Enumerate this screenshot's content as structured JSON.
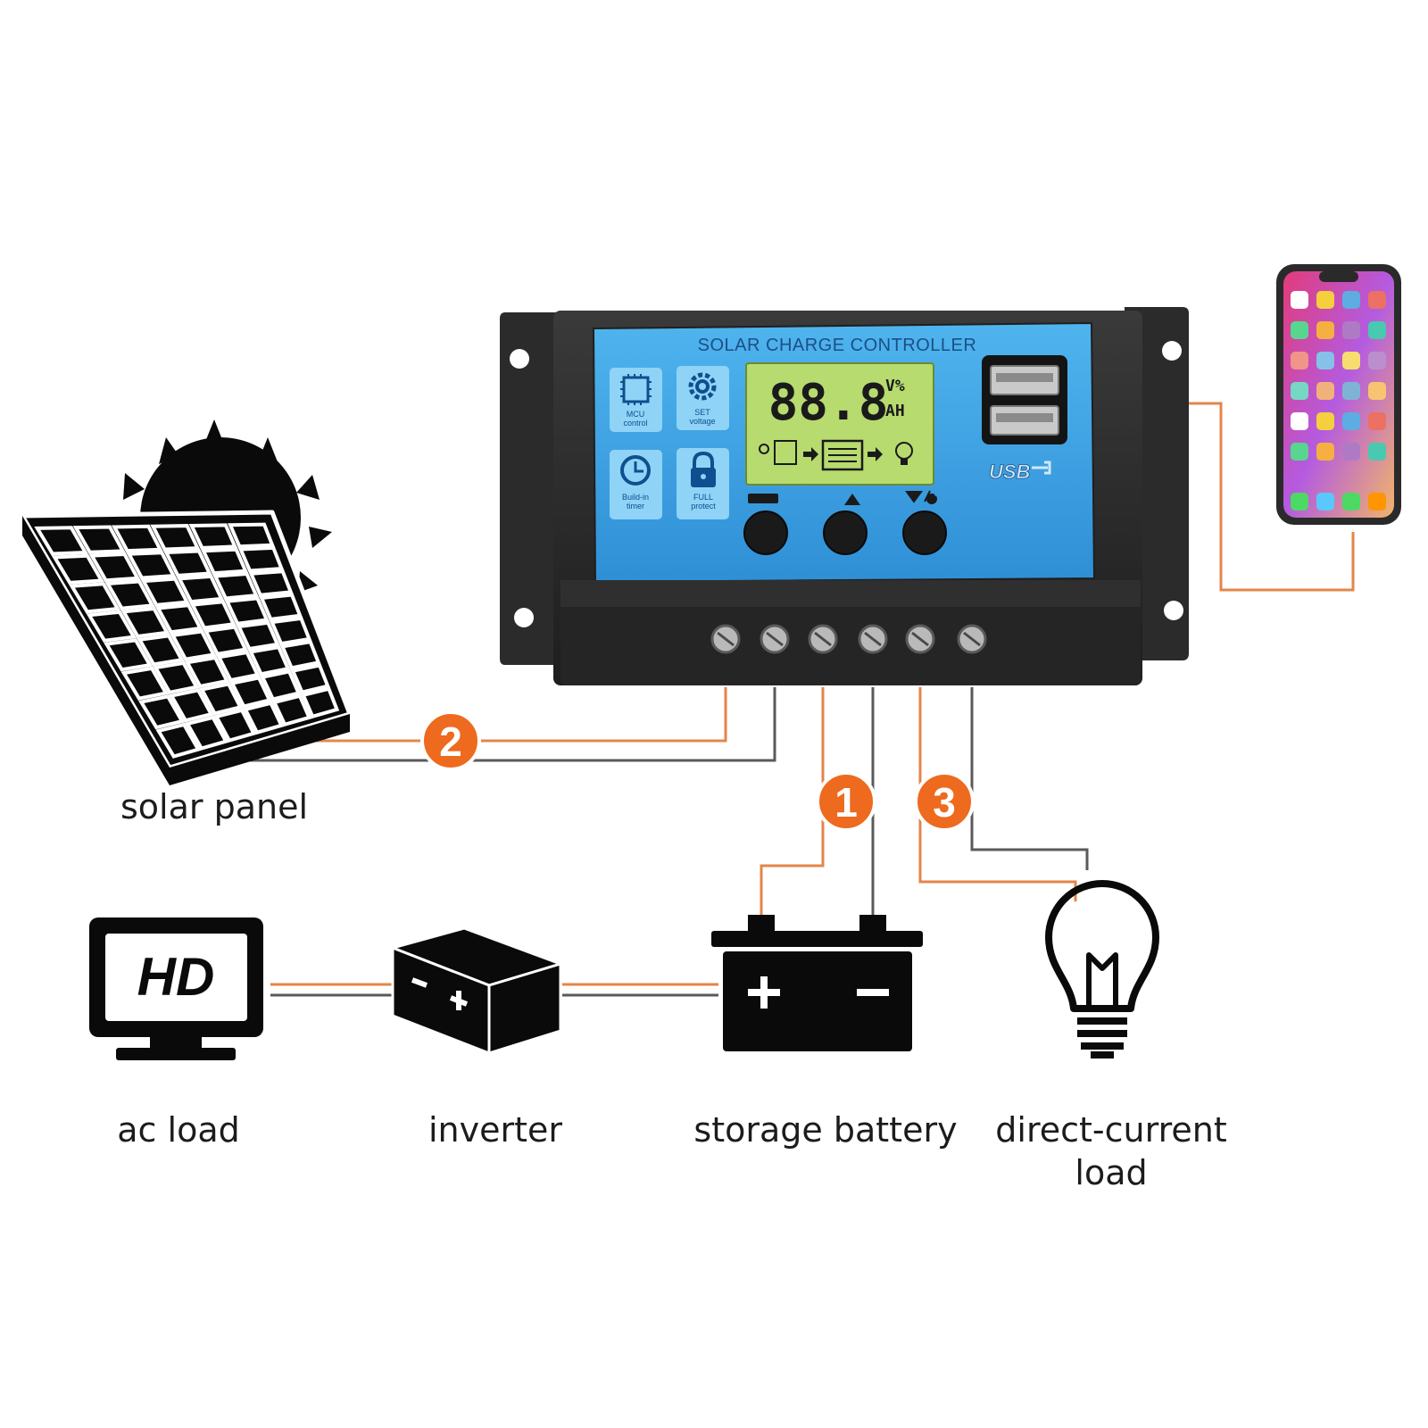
{
  "controller": {
    "title": "SOLAR CHARGE CONTROLLER",
    "lcd_value": "88.8",
    "lcd_unit_top": "V%",
    "lcd_unit_bottom": "AH",
    "usb_label": "USB",
    "features": [
      {
        "icon": "mcu-chip-icon",
        "line1": "MCU",
        "line2": "control"
      },
      {
        "icon": "gear-icon",
        "line1": "SET",
        "line2": "voltage"
      },
      {
        "icon": "clock-icon",
        "line1": "Build-in",
        "line2": "timer"
      },
      {
        "icon": "padlock-icon",
        "line1": "FULL",
        "line2": "protect"
      }
    ],
    "buttons": [
      {
        "name": "menu-button"
      },
      {
        "name": "up-button"
      },
      {
        "name": "down-button"
      }
    ]
  },
  "connections": [
    {
      "number": "2",
      "from": "solar panel"
    },
    {
      "number": "1",
      "from": "storage battery"
    },
    {
      "number": "3",
      "from": "direct-current load"
    }
  ],
  "devices": {
    "solar_panel": "solar panel",
    "ac_load": "ac load",
    "ac_load_screen_text": "HD",
    "inverter": "inverter",
    "storage_battery": "storage battery",
    "dc_load_line1": "direct-current",
    "dc_load_line2": "load"
  },
  "colors": {
    "orange_wire": "#e3864a",
    "grey_wire": "#5a5a5a",
    "badge": "#ee6a1e",
    "panel_blue": "#3fa6e6",
    "lcd_green": "#b7db6f"
  }
}
